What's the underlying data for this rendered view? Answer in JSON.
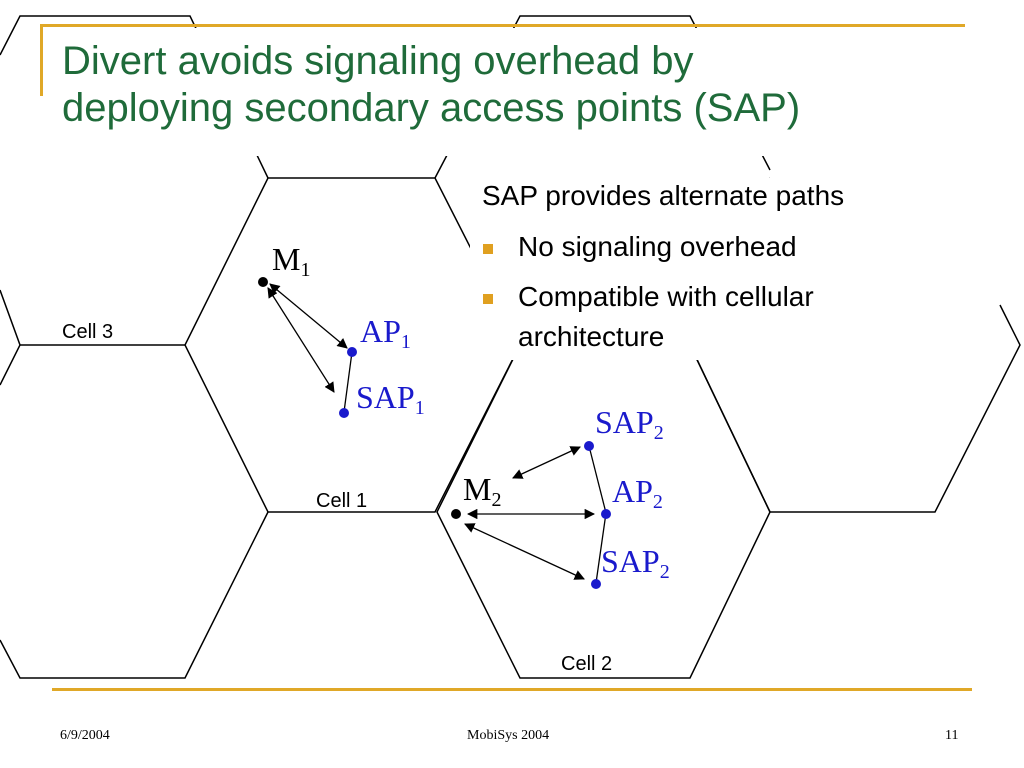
{
  "slide": {
    "title_line1": "Divert avoids signaling overhead by",
    "title_line2": "deploying secondary access points (SAP)",
    "intro": "SAP provides alternate paths",
    "bullets": [
      "No signaling overhead",
      "Compatible with cellular",
      "architecture"
    ],
    "accent_color": "#e0a828",
    "title_color": "#1f6b3a"
  },
  "diagram": {
    "cells": [
      "Cell 3",
      "Cell 1",
      "Cell 2"
    ],
    "m1": {
      "base": "M",
      "sub": "1"
    },
    "ap1": {
      "base": "AP",
      "sub": "1"
    },
    "sap1": {
      "base": "SAP",
      "sub": "1"
    },
    "m2": {
      "base": "M",
      "sub": "2"
    },
    "sap2_top": {
      "base": "SAP",
      "sub": "2"
    },
    "ap2": {
      "base": "AP",
      "sub": "2"
    },
    "sap2_bottom": {
      "base": "SAP",
      "sub": "2"
    },
    "node_color_access": "#1a1acc",
    "node_color_mobile": "#000000"
  },
  "footer": {
    "date": "6/9/2004",
    "event": "MobiSys 2004",
    "page": "11"
  }
}
